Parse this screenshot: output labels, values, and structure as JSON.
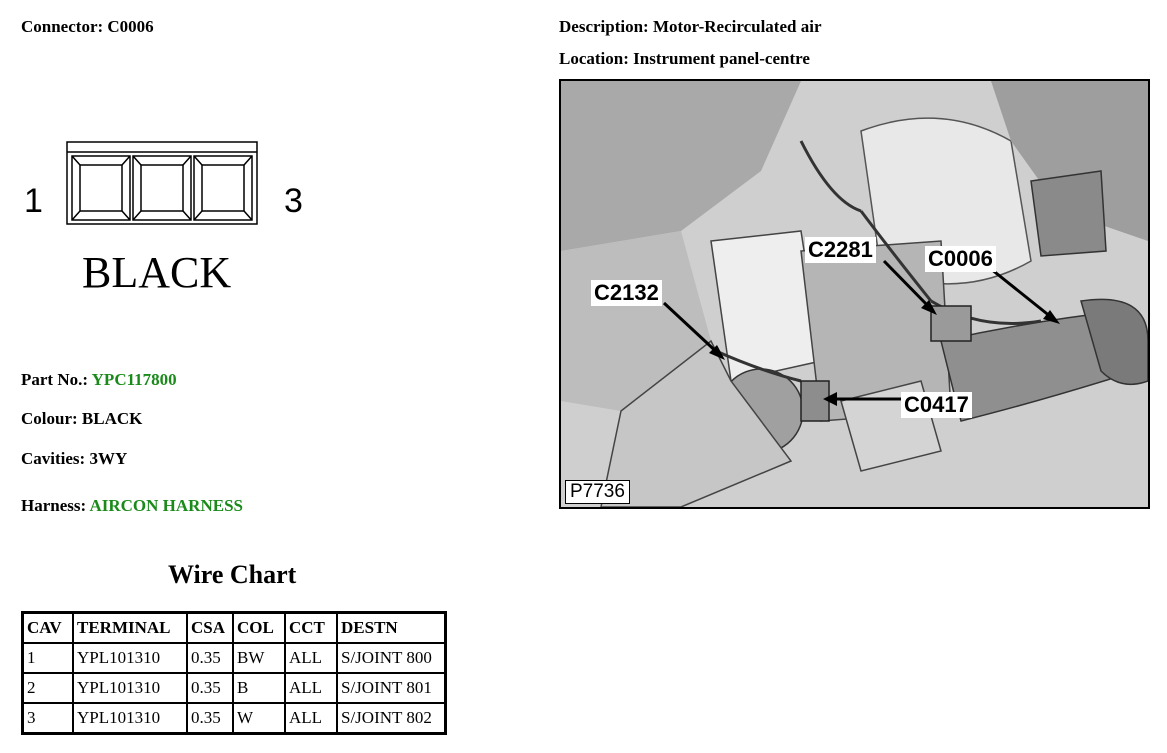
{
  "connector": {
    "label": "Connector:",
    "value": "C0006"
  },
  "description": {
    "label": "Description:",
    "value": "Motor-Recirculated air"
  },
  "location": {
    "label": "Location:",
    "value": "Instrument panel-centre"
  },
  "diagram": {
    "pin_left": "1",
    "pin_right": "3",
    "colour_text": "BLACK"
  },
  "part": {
    "label": "Part No.:",
    "value": "YPC117800"
  },
  "colour": {
    "label": "Colour:",
    "value": "BLACK"
  },
  "cavities": {
    "label": "Cavities:",
    "value": "3WY"
  },
  "harness": {
    "label": "Harness:",
    "value": "AIRCON HARNESS"
  },
  "photo": {
    "id": "P7736",
    "callouts": [
      "C2281",
      "C0006",
      "C2132",
      "C0417"
    ]
  },
  "wire_chart": {
    "title": "Wire Chart",
    "headers": [
      "CAV",
      "TERMINAL",
      "CSA",
      "COL",
      "CCT",
      "DESTN"
    ],
    "rows": [
      [
        "1",
        "YPL101310",
        "0.35",
        "BW",
        "ALL",
        "S/JOINT 800"
      ],
      [
        "2",
        "YPL101310",
        "0.35",
        "B",
        "ALL",
        "S/JOINT 801"
      ],
      [
        "3",
        "YPL101310",
        "0.35",
        "W",
        "ALL",
        "S/JOINT 802"
      ]
    ]
  },
  "colors": {
    "link_green": "#1a8a1a"
  }
}
